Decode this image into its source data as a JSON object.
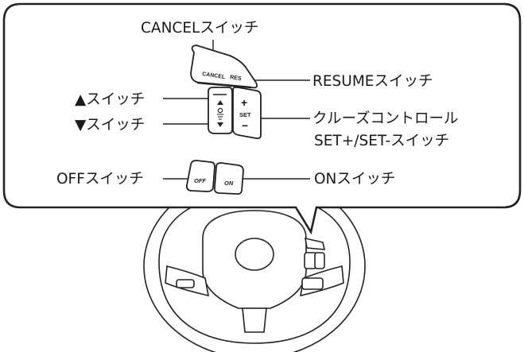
{
  "labels": {
    "cancel_switch": "CANCELスイッチ",
    "resume_switch": "RESUMEスイッチ",
    "up_switch": "▲スイッチ",
    "down_switch": "▼スイッチ",
    "cruise_line1": "クルーズコントロール",
    "cruise_line2": "SET+/SET-スイッチ",
    "off_switch": "OFFスイッチ",
    "on_switch": "ONスイッチ"
  },
  "switch_text": {
    "cancel": "CANCEL",
    "res": "RES",
    "plus": "+",
    "set": "SET",
    "minus": "−",
    "off": "OFF",
    "on": "ON"
  },
  "colors": {
    "line": "#222222",
    "background": "#ffffff"
  }
}
